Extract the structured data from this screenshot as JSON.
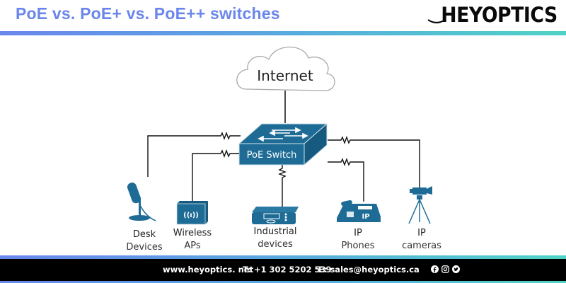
{
  "header": {
    "title": "PoE vs. PoE+ vs. PoE++ switches",
    "logo": "HEYOPTICS"
  },
  "diagram": {
    "internet_label": "Internet",
    "switch_label": "PoE Switch",
    "devices": [
      {
        "icon": "microphone-icon",
        "line1": "Desk",
        "line2": "Devices"
      },
      {
        "icon": "wireless-ap-icon",
        "line1": "Wireless",
        "line2": "APs"
      },
      {
        "icon": "industrial-device-icon",
        "line1": "Industrial",
        "line2": "devices"
      },
      {
        "icon": "ip-phone-icon",
        "line1": "IP",
        "line2": "Phones",
        "badge": "IP"
      },
      {
        "icon": "ip-camera-icon",
        "line1": "IP",
        "line2": "cameras"
      }
    ]
  },
  "footer": {
    "website": "www.heyoptics. net",
    "phone": "T: +1 302 5202 539",
    "email": "E: sales@heyoptics.ca",
    "social": [
      "facebook-icon",
      "instagram-icon",
      "twitter-icon"
    ]
  },
  "colors": {
    "title": "#6a86ec",
    "device_blue": "#1e6c96",
    "gradient_start": "#6a86ec",
    "gradient_end": "#4fd3c6",
    "footer_bg": "#000000"
  }
}
